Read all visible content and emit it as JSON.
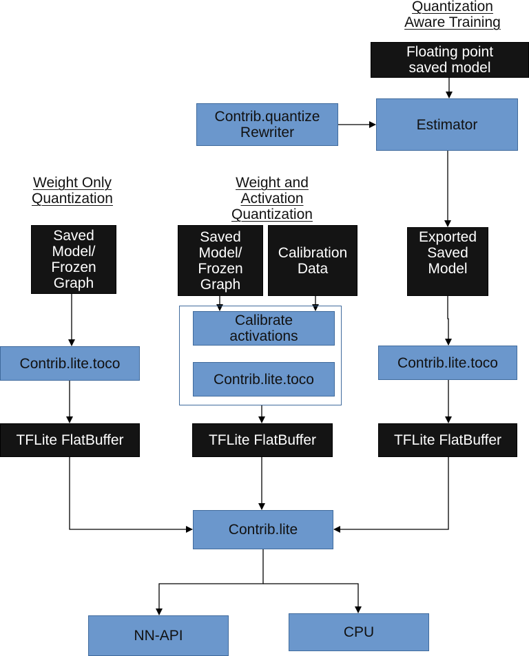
{
  "colors": {
    "process_box": "#6b97cc",
    "artifact_box": "#141414",
    "connector": "#000000"
  },
  "headings": {
    "quantization_aware_training": [
      "Quantization",
      "Aware Training"
    ],
    "weight_only_quantization": [
      "Weight Only",
      "Quantization"
    ],
    "weight_and_activation_quantization": [
      "Weight and",
      "Activation",
      "Quantization"
    ]
  },
  "nodes": {
    "floating_point_saved_model": "Floating point\nsaved model",
    "contrib_quantize_rewriter": "Contrib.quantize\nRewriter",
    "estimator": "Estimator",
    "exported_saved_model": "Exported\nSaved\nModel",
    "saved_model_frozen_graph_weight_only": "Saved\nModel/\nFrozen\nGraph",
    "saved_model_frozen_graph_weight_activation": "Saved\nModel/\nFrozen\nGraph",
    "calibration_data": "Calibration\nData",
    "calibrate_activations": "Calibrate\nactivations",
    "contrib_lite_toco_left": "Contrib.lite.toco",
    "contrib_lite_toco_middle": "Contrib.lite.toco",
    "contrib_lite_toco_right": "Contrib.lite.toco",
    "tflite_flatbuffer_left": "TFLite FlatBuffer",
    "tflite_flatbuffer_middle": "TFLite FlatBuffer",
    "tflite_flatbuffer_right": "TFLite FlatBuffer",
    "contrib_lite": "Contrib.lite",
    "nn_api": "NN-API",
    "cpu": "CPU"
  }
}
